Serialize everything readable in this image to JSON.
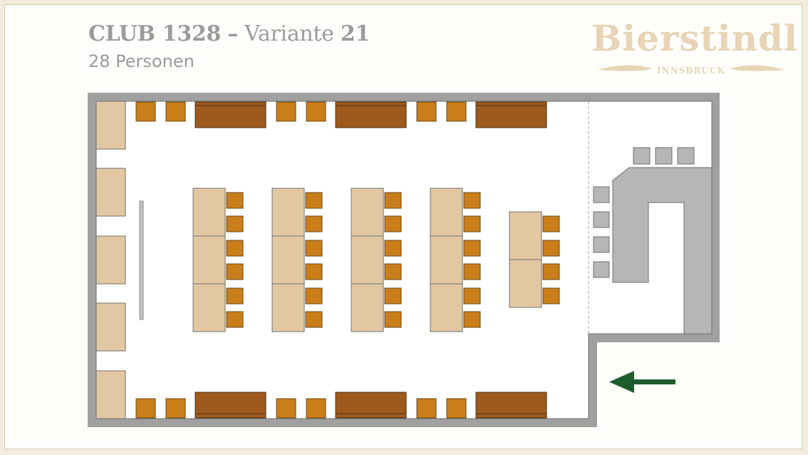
{
  "header": {
    "title_venue": "CLUB 1328",
    "title_sep": "–",
    "title_variant_word": "Variante",
    "title_variant_num": "21",
    "subtitle": "28 Personen"
  },
  "logo": {
    "wordmark": "Bierstindl",
    "sub": "INNSBRUCK"
  },
  "colors": {
    "page_bg": "#f3ecde",
    "wall": "#a0a0a0",
    "table": "#e2c8a2",
    "chair": "#c97e1a",
    "sideboard": "#9e5a1c",
    "bar": "#b6b6b6",
    "arrow": "#1d5c2e",
    "text": "#9b9b9b"
  },
  "icons": {
    "entrance": "arrow-left-icon"
  }
}
